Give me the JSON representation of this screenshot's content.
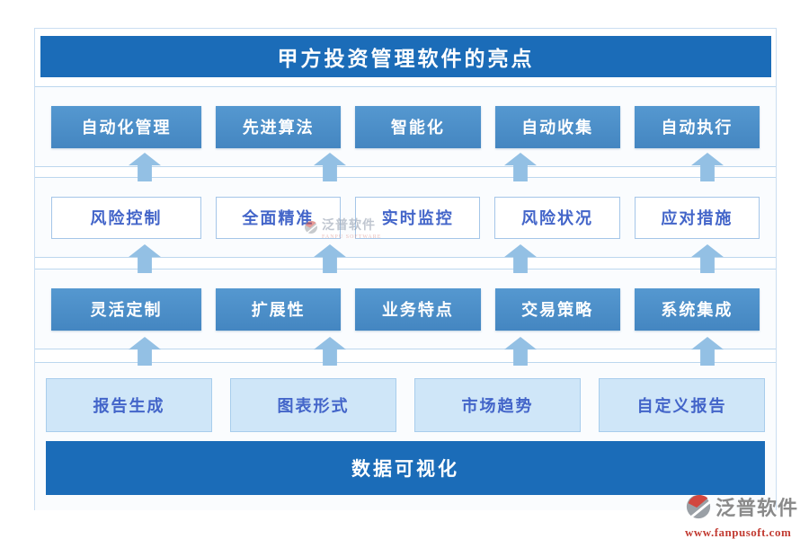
{
  "header": {
    "title": "甲方投资管理软件的亮点"
  },
  "rows": [
    {
      "items": [
        "自动化管理",
        "先进算法",
        "智能化",
        "自动收集",
        "自动执行"
      ]
    },
    {
      "items": [
        "风险控制",
        "全面精准",
        "实时监控",
        "风险状况",
        "应对措施"
      ]
    },
    {
      "items": [
        "灵活定制",
        "扩展性",
        "业务特点",
        "交易策略",
        "系统集成"
      ]
    },
    {
      "items": [
        "报告生成",
        "图表形式",
        "市场趋势",
        "自定义报告"
      ]
    }
  ],
  "bottom_bar": {
    "label": "数据可视化"
  },
  "watermark": {
    "name": "泛普软件",
    "subname": "FANPU SOFTWARE"
  },
  "logo": {
    "name": "泛普软件",
    "url": "www.fanpusoft.com"
  },
  "colors": {
    "primary_bar": "#1b6cb8",
    "solid_block": "#4a8fc8",
    "arrow": "#93c0e4",
    "section_border": "#bcd7ee",
    "accent_text": "#4365c9",
    "light_block_bg": "#cfe6f8",
    "logo_red": "#c23b32",
    "logo_gray": "#8a8a8a"
  }
}
